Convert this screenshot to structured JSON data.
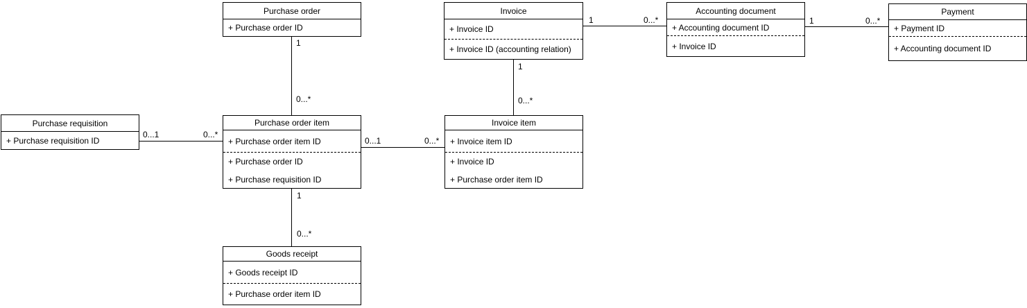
{
  "diagram": {
    "kind": "entity-relationship-class-diagram",
    "colors": {
      "background": "#ffffff",
      "box_fill": "#ffffff",
      "box_border": "#000000",
      "connector": "#000000",
      "text": "#000000"
    },
    "entities": {
      "purchase_order": {
        "title": "Purchase order",
        "attributes": [
          "+ Purchase order ID"
        ]
      },
      "invoice": {
        "title": "Invoice",
        "attributes": [
          "+ Invoice ID",
          "+ Invoice ID (accounting relation)"
        ]
      },
      "accounting_document": {
        "title": "Accounting document",
        "attributes": [
          "+ Accounting document ID",
          "+ Invoice ID"
        ]
      },
      "payment": {
        "title": "Payment",
        "attributes": [
          "+ Payment ID",
          "+ Accounting document ID"
        ]
      },
      "purchase_requisition": {
        "title": "Purchase requisition",
        "attributes": [
          "+ Purchase requisition ID"
        ]
      },
      "purchase_order_item": {
        "title": "Purchase order item",
        "attributes": [
          "+ Purchase order item ID",
          "+ Purchase order ID",
          "+ Purchase requisition ID"
        ]
      },
      "invoice_item": {
        "title": "Invoice item",
        "attributes": [
          "+ Invoice item ID",
          "+ Invoice ID",
          "+ Purchase order item ID"
        ]
      },
      "goods_receipt": {
        "title": "Goods receipt",
        "attributes": [
          "+ Goods receipt ID",
          "+ Purchase order item ID"
        ]
      }
    },
    "relationships": [
      {
        "from": "Purchase order",
        "to": "Purchase order item",
        "from_label": "1",
        "to_label": "0...*"
      },
      {
        "from": "Invoice",
        "to": "Invoice item",
        "from_label": "1",
        "to_label": "0...*"
      },
      {
        "from": "Invoice",
        "to": "Accounting document",
        "from_label": "1",
        "to_label": "0...*"
      },
      {
        "from": "Accounting document",
        "to": "Payment",
        "from_label": "1",
        "to_label": "0...*"
      },
      {
        "from": "Purchase requisition",
        "to": "Purchase order item",
        "from_label": "0...1",
        "to_label": "0...*"
      },
      {
        "from": "Purchase order item",
        "to": "Invoice item",
        "from_label": "0...1",
        "to_label": "0...*"
      },
      {
        "from": "Purchase order item",
        "to": "Goods receipt",
        "from_label": "1",
        "to_label": "0...*"
      }
    ]
  }
}
